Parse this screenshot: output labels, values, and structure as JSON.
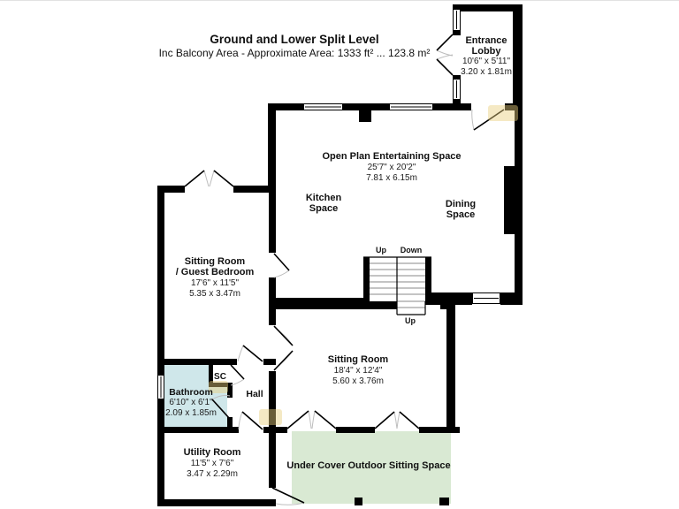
{
  "header": {
    "title": "Ground and Lower Split Level",
    "subtitle": "Inc Balcony Area - Approximate Area: 1333 ft² ... 123.8 m²"
  },
  "rooms": {
    "entrance_lobby": {
      "line1": "Entrance",
      "line2": "Lobby",
      "imperial": "10'6\" x 5'11\"",
      "metric": "3.20 x 1.81m"
    },
    "open_plan": {
      "name": "Open Plan Entertaining Space",
      "imperial": "25'7\" x 20'2\"",
      "metric": "7.81 x 6.15m"
    },
    "kitchen": {
      "line1": "Kitchen",
      "line2": "Space"
    },
    "dining": {
      "line1": "Dining",
      "line2": "Space"
    },
    "guest_bedroom": {
      "line1": "Sitting Room",
      "line2": "/ Guest Bedroom",
      "imperial": "17'6\" x 11'5\"",
      "metric": "5.35 x 3.47m"
    },
    "sitting_room": {
      "name": "Sitting Room",
      "imperial": "18'4\" x 12'4\"",
      "metric": "5.60 x 3.76m"
    },
    "bathroom": {
      "name": "Bathroom",
      "imperial": "6'10\" x 6'1\"",
      "metric": "2.09 x 1.85m"
    },
    "sc": {
      "name": "SC"
    },
    "hall": {
      "name": "Hall"
    },
    "utility": {
      "name": "Utility Room",
      "imperial": "11'5\" x 7'6\"",
      "metric": "3.47 x 2.29m"
    },
    "outdoor": {
      "name": "Under Cover Outdoor Sitting Space"
    }
  },
  "stairs": {
    "up1": "Up",
    "down": "Down",
    "up2": "Up"
  },
  "colors": {
    "bathroom_fill": "#cfe7ea",
    "outdoor_fill": "#d9e9d3",
    "wall": "#000000",
    "watermark": "#e8cf7d"
  }
}
